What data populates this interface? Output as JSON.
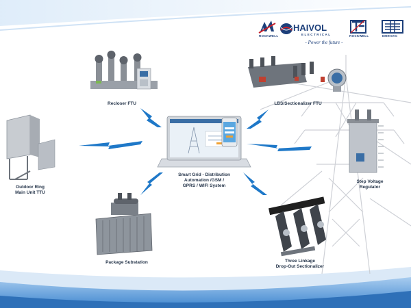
{
  "logos": {
    "logo1_caption": "ROCKWELL",
    "logo2_name": "HAIVOL",
    "logo2_sub": "ELECTRICAL",
    "tagline": "- Power the future -",
    "logo3_caption": "ROCKWELL",
    "logo4_caption": "EMINVAC"
  },
  "center": {
    "lines": [
      "Smart Grid - Distribution",
      "Automation /GSM /",
      "GPRS / WIFI  System"
    ]
  },
  "devices": {
    "recloser": {
      "lines": [
        "Recloser FTU"
      ]
    },
    "lbs": {
      "lines": [
        "LBS/Sectionalizer FTU"
      ]
    },
    "ring": {
      "lines": [
        "Outdoor Ring",
        "Main Unit TTU"
      ]
    },
    "regulator": {
      "lines": [
        "Step Voltage",
        "Regulator"
      ]
    },
    "substation": {
      "lines": [
        "Package Substation"
      ]
    },
    "dropout": {
      "lines": [
        "Three Linkage",
        "Drop-Out Sectionalizer"
      ]
    }
  },
  "colors": {
    "signal": "#1e78c8",
    "brand_red": "#c8202a",
    "brand_blue": "#1c3f7a",
    "band": "#5a9ad6"
  }
}
